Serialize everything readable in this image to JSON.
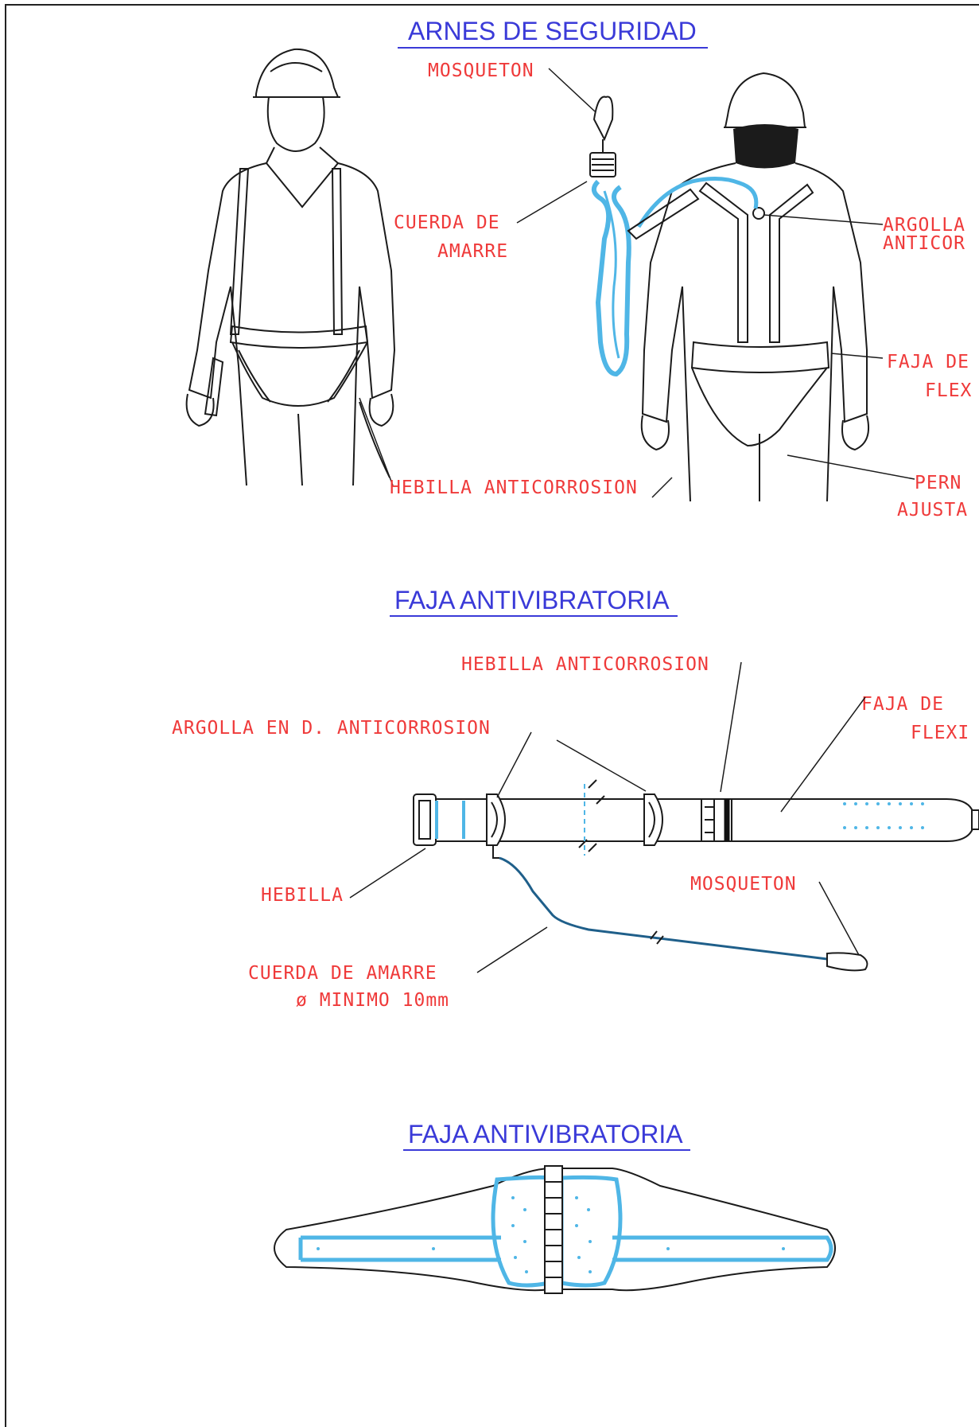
{
  "sections": {
    "harness": {
      "title": "ARNES DE SEGURIDAD",
      "labels": {
        "carabiner": "MOSQUETON",
        "lanyard_line1": "CUERDA DE",
        "lanyard_line2": "AMARRE",
        "d_ring_line1": "ARGOLLA",
        "d_ring_line2": "ANTICOR",
        "waist_strap_line1": "FAJA DE",
        "waist_strap_line2": "FLEX",
        "buckle": "HEBILLA ANTICORROSION",
        "adjust_bolt_line1": "PERN",
        "adjust_bolt_line2": "AJUSTA"
      }
    },
    "belt": {
      "title": "FAJA ANTIVIBRATORIA",
      "labels": {
        "buckle_top": "HEBILLA ANTICORROSION",
        "strap_line1": "FAJA DE",
        "strap_line2": "FLEXI",
        "d_ring": "ARGOLLA EN D. ANTICORROSION",
        "buckle": "HEBILLA",
        "carabiner": "MOSQUETON",
        "lanyard_line1": "CUERDA DE AMARRE",
        "lanyard_line2": "ø MINIMO 10mm"
      }
    },
    "belt_top": {
      "title": "FAJA ANTIVIBRATORIA"
    }
  },
  "colors": {
    "title": "#3a3ad8",
    "label": "#ef3a3a",
    "webbing": "#4fb6e6",
    "lanyard": "#1f5f8a",
    "ink": "#1b1b1b"
  }
}
